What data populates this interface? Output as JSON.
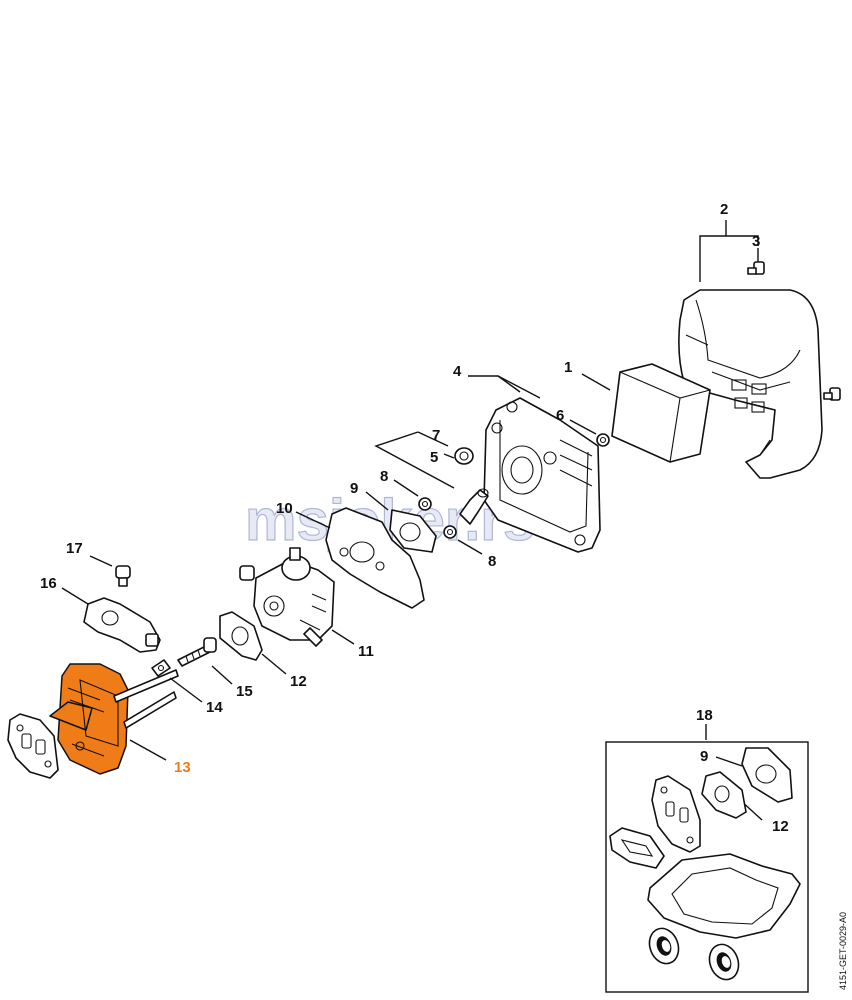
{
  "watermark": "msjoker.rs",
  "doc_id": "4151-GET-0029-A0",
  "highlight_color": "#f07c18",
  "callouts": {
    "c1": "1",
    "c2": "2",
    "c3": "3",
    "c4": "4",
    "c5": "5",
    "c6": "6",
    "c7": "7",
    "c8a": "8",
    "c8b": "8",
    "c9a": "9",
    "c10": "10",
    "c11": "11",
    "c12a": "12",
    "c13": "13",
    "c14": "14",
    "c15": "15",
    "c16": "16",
    "c17": "17",
    "c18": "18",
    "c9b": "9",
    "c12b": "12"
  },
  "highlighted_part": "13"
}
